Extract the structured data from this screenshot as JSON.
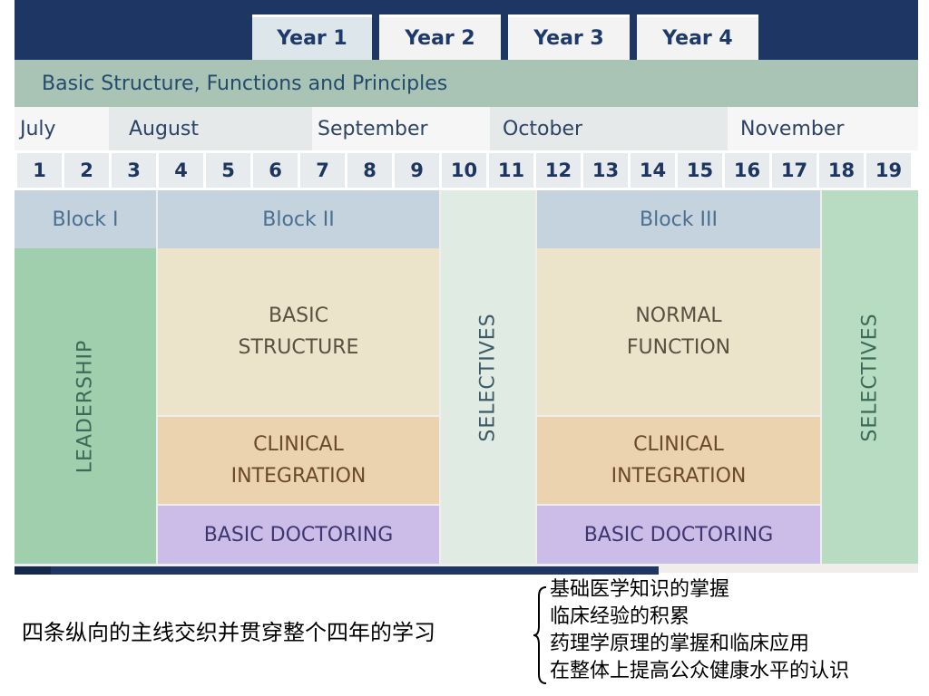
{
  "tabs": [
    {
      "label": "Year 1",
      "active": true
    },
    {
      "label": "Year 2",
      "active": false
    },
    {
      "label": "Year 3",
      "active": false
    },
    {
      "label": "Year 4",
      "active": false
    }
  ],
  "subtitle": "Basic Structure, Functions and Principles",
  "months": [
    "July",
    "August",
    "September",
    "October",
    "November"
  ],
  "weeks": [
    "1",
    "2",
    "3",
    "4",
    "5",
    "6",
    "7",
    "8",
    "9",
    "10",
    "11",
    "12",
    "13",
    "14",
    "15",
    "16",
    "17",
    "18",
    "19"
  ],
  "blocks": [
    "Block I",
    "Block II",
    "Block III"
  ],
  "columns": {
    "leadership": "LEADERSHIP",
    "selectives_1": "SELECTIVES",
    "selectives_2": "SELECTIVES"
  },
  "block2": {
    "structure": "BASIC\nSTRUCTURE",
    "clinical": "CLINICAL\nINTEGRATION",
    "doctoring": "BASIC DOCTORING"
  },
  "block3": {
    "function": "NORMAL\nFUNCTION",
    "clinical": "CLINICAL\nINTEGRATION",
    "doctoring": "BASIC DOCTORING"
  },
  "caption": "四条纵向的主线交织并贯穿整个四年的学习",
  "notes": [
    "基础医学知识的掌握",
    "临床经验的积累",
    "药理学原理的掌握和临床应用",
    "在整体上提高公众健康水平的认识"
  ],
  "colors": {
    "navy": "#1d3664",
    "header_green": "#a9c4b4",
    "leadership_green": "#a0cfae",
    "doctoring_purple": "#cbbde8",
    "clinical_orange": "#ecd3b0"
  }
}
